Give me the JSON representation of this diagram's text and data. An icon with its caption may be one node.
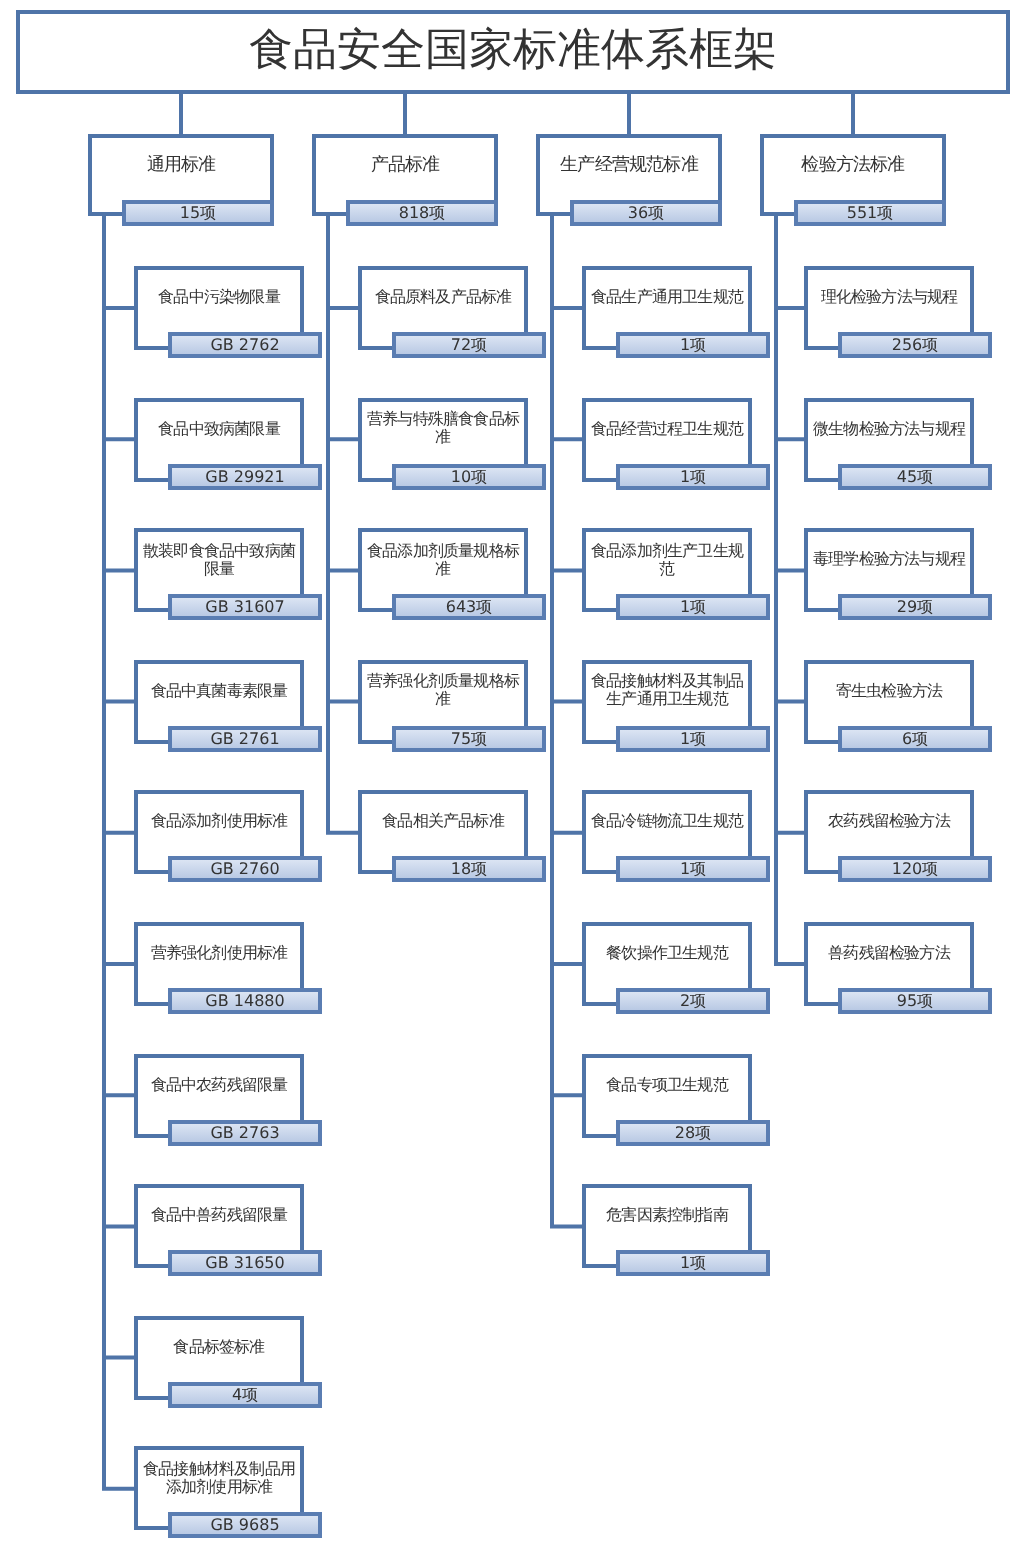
{
  "diagram": {
    "nodes": [
      {
        "text": [
          "食品安全国家标准体系框架"
        ]
      },
      {
        "text": [
          "通用标准",
          "15项"
        ]
      },
      {
        "text": [
          "产品标准",
          "818项"
        ]
      },
      {
        "text": [
          "生产经营规范标准",
          "36项"
        ]
      },
      {
        "text": [
          "检验方法标准",
          "551项"
        ]
      },
      {
        "text": [
          "食品中污染物限量",
          "GB 2762"
        ]
      },
      {
        "text": [
          "食品中致病菌限量",
          "GB 29921"
        ]
      },
      {
        "text": [
          "散装即食食品中致病菌限量",
          "GB 31607"
        ]
      },
      {
        "text": [
          "食品中真菌毒素限量",
          "GB 2761"
        ]
      },
      {
        "text": [
          "食品添加剂使用标准",
          "GB 2760"
        ]
      },
      {
        "text": [
          "营养强化剂使用标准",
          "GB 14880"
        ]
      },
      {
        "text": [
          "食品中农药残留限量",
          "GB 2763"
        ]
      },
      {
        "text": [
          "食品中兽药残留限量",
          "GB 31650"
        ]
      },
      {
        "text": [
          "食品标签标准",
          "4项"
        ]
      },
      {
        "text": [
          "食品接触材料及制品用添加剂使用标准",
          "GB 9685"
        ]
      },
      {
        "text": [
          "食品原料及产品标准",
          "72项"
        ]
      },
      {
        "text": [
          "营养与特殊膳食食品标准",
          "10项"
        ]
      },
      {
        "text": [
          "食品添加剂质量规格标准",
          "643项"
        ]
      },
      {
        "text": [
          "营养强化剂质量规格标准",
          "75项"
        ]
      },
      {
        "text": [
          "食品相关产品标准",
          "18项"
        ]
      },
      {
        "text": [
          "食品生产通用卫生规范",
          "1项"
        ]
      },
      {
        "text": [
          "食品经营过程卫生规范",
          "1项"
        ]
      },
      {
        "text": [
          "食品添加剂生产卫生规范",
          "1项"
        ]
      },
      {
        "text": [
          "食品接触材料及其制品生产通用卫生规范",
          "1项"
        ]
      },
      {
        "text": [
          "食品冷链物流卫生规范",
          "1项"
        ]
      },
      {
        "text": [
          "餐饮操作卫生规范",
          "2项"
        ]
      },
      {
        "text": [
          "食品专项卫生规范",
          "28项"
        ]
      },
      {
        "text": [
          "危害因素控制指南",
          "1项"
        ]
      },
      {
        "text": [
          "理化检验方法与规程",
          "256项"
        ]
      },
      {
        "text": [
          "微生物检验方法与规程",
          "45项"
        ]
      },
      {
        "text": [
          "毒理学检验方法与规程",
          "29项"
        ]
      },
      {
        "text": [
          "寄生虫检验方法",
          "6项"
        ]
      },
      {
        "text": [
          "农药残留检验方法",
          "120项"
        ]
      },
      {
        "text": [
          "兽药残留检验方法",
          "95项"
        ]
      }
    ],
    "edges": [
      {
        "from": 0,
        "to": 1,
        "arrow": "none"
      },
      {
        "from": 0,
        "to": 2,
        "arrow": "none"
      },
      {
        "from": 0,
        "to": 3,
        "arrow": "none"
      },
      {
        "from": 0,
        "to": 4,
        "arrow": "none"
      },
      {
        "from": 1,
        "to": 5,
        "arrow": "none"
      },
      {
        "from": 1,
        "to": 6,
        "arrow": "none"
      },
      {
        "from": 1,
        "to": 7,
        "arrow": "none"
      },
      {
        "from": 1,
        "to": 8,
        "arrow": "none"
      },
      {
        "from": 1,
        "to": 9,
        "arrow": "none"
      },
      {
        "from": 1,
        "to": 10,
        "arrow": "none"
      },
      {
        "from": 1,
        "to": 11,
        "arrow": "none"
      },
      {
        "from": 1,
        "to": 12,
        "arrow": "none"
      },
      {
        "from": 1,
        "to": 13,
        "arrow": "none"
      },
      {
        "from": 1,
        "to": 14,
        "arrow": "none"
      },
      {
        "from": 2,
        "to": 15,
        "arrow": "none"
      },
      {
        "from": 2,
        "to": 16,
        "arrow": "none"
      },
      {
        "from": 2,
        "to": 17,
        "arrow": "none"
      },
      {
        "from": 2,
        "to": 18,
        "arrow": "none"
      },
      {
        "from": 2,
        "to": 19,
        "arrow": "none"
      },
      {
        "from": 3,
        "to": 20,
        "arrow": "none"
      },
      {
        "from": 3,
        "to": 21,
        "arrow": "none"
      },
      {
        "from": 3,
        "to": 22,
        "arrow": "none"
      },
      {
        "from": 3,
        "to": 23,
        "arrow": "none"
      },
      {
        "from": 3,
        "to": 24,
        "arrow": "none"
      },
      {
        "from": 3,
        "to": 25,
        "arrow": "none"
      },
      {
        "from": 3,
        "to": 26,
        "arrow": "none"
      },
      {
        "from": 3,
        "to": 27,
        "arrow": "none"
      },
      {
        "from": 4,
        "to": 28,
        "arrow": "none"
      },
      {
        "from": 4,
        "to": 29,
        "arrow": "none"
      },
      {
        "from": 4,
        "to": 30,
        "arrow": "none"
      },
      {
        "from": 4,
        "to": 31,
        "arrow": "none"
      },
      {
        "from": 4,
        "to": 32,
        "arrow": "none"
      },
      {
        "from": 4,
        "to": 33,
        "arrow": "none"
      }
    ]
  }
}
